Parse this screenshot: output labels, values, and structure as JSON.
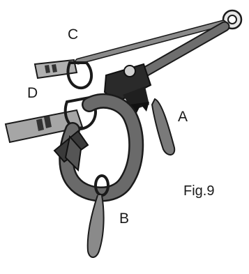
{
  "labels": {
    "a": "A",
    "b": "B",
    "c": "C",
    "d": "D"
  },
  "figure_caption": "Fig.9",
  "colors": {
    "background": "#ffffff",
    "ink": "#1a1a1a",
    "rope": "#6e6e6e",
    "webbing": "#9a9a9a",
    "metal": "#bdbdbd"
  }
}
